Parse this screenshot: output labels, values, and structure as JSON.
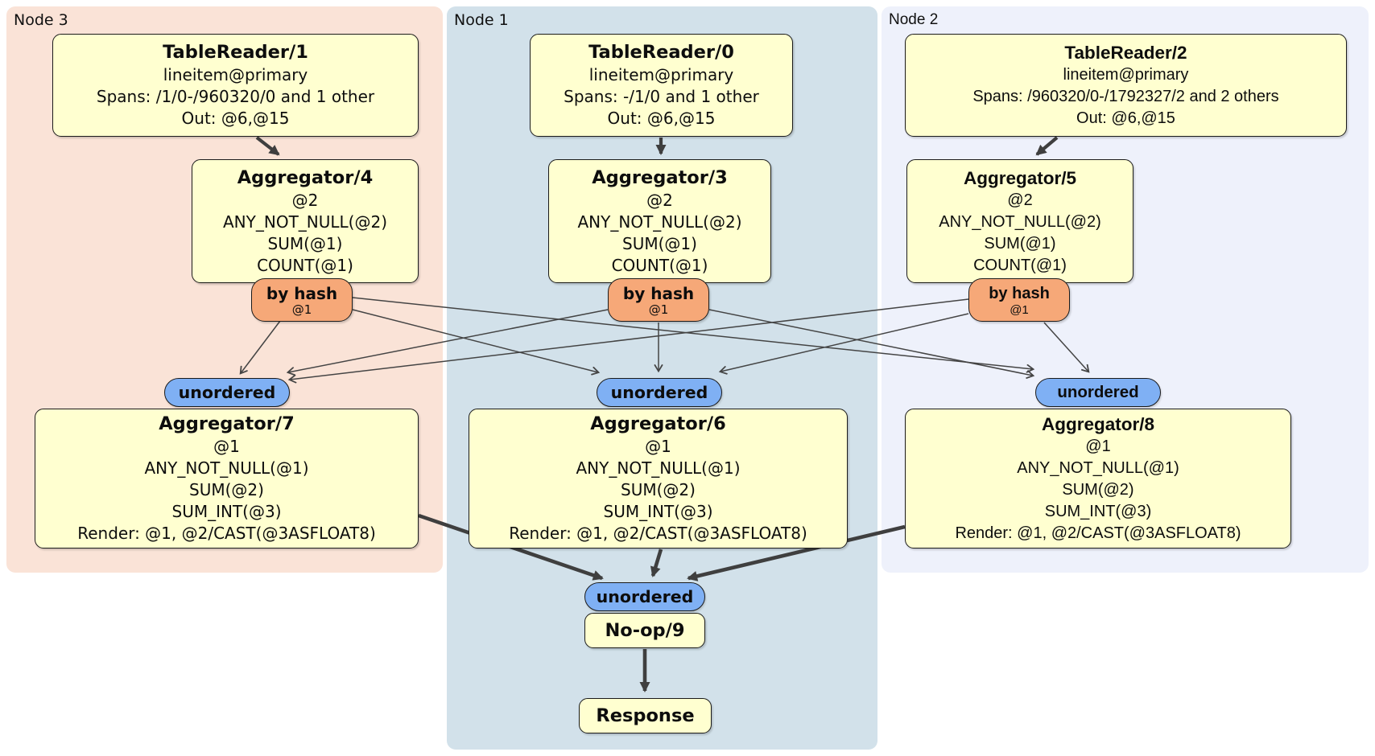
{
  "regions": {
    "node3": {
      "label": "Node 3"
    },
    "node1": {
      "label": "Node 1"
    },
    "node2": {
      "label": "Node 2"
    }
  },
  "processors": {
    "tablereader1": {
      "title": "TableReader/1",
      "index": "lineitem@primary",
      "spans": "Spans: /1/0-/960320/0 and 1 other",
      "out": "Out: @6,@15"
    },
    "tablereader0": {
      "title": "TableReader/0",
      "index": "lineitem@primary",
      "spans": "Spans: -/1/0 and 1 other",
      "out": "Out: @6,@15"
    },
    "tablereader2": {
      "title": "TableReader/2",
      "index": "lineitem@primary",
      "spans": "Spans: /960320/0-/1792327/2 and 2 others",
      "out": "Out: @6,@15"
    },
    "aggregator4": {
      "title": "Aggregator/4",
      "group": "@2",
      "exprs": [
        "ANY_NOT_NULL(@2)",
        "SUM(@1)",
        "COUNT(@1)"
      ]
    },
    "aggregator3": {
      "title": "Aggregator/3",
      "group": "@2",
      "exprs": [
        "ANY_NOT_NULL(@2)",
        "SUM(@1)",
        "COUNT(@1)"
      ]
    },
    "aggregator5": {
      "title": "Aggregator/5",
      "group": "@2",
      "exprs": [
        "ANY_NOT_NULL(@2)",
        "SUM(@1)",
        "COUNT(@1)"
      ]
    },
    "aggregator7": {
      "title": "Aggregator/7",
      "group": "@1",
      "exprs": [
        "ANY_NOT_NULL(@1)",
        "SUM(@2)",
        "SUM_INT(@3)",
        "Render: @1, @2/CAST(@3ASFLOAT8)"
      ]
    },
    "aggregator6": {
      "title": "Aggregator/6",
      "group": "@1",
      "exprs": [
        "ANY_NOT_NULL(@1)",
        "SUM(@2)",
        "SUM_INT(@3)",
        "Render: @1, @2/CAST(@3ASFLOAT8)"
      ]
    },
    "aggregator8": {
      "title": "Aggregator/8",
      "group": "@1",
      "exprs": [
        "ANY_NOT_NULL(@1)",
        "SUM(@2)",
        "SUM_INT(@3)",
        "Render: @1, @2/CAST(@3ASFLOAT8)"
      ]
    },
    "noop": {
      "title": "No-op/9"
    },
    "response": {
      "title": "Response"
    }
  },
  "routers": {
    "node3": {
      "label": "by hash",
      "key": "@1"
    },
    "node1": {
      "label": "by hash",
      "key": "@1"
    },
    "node2": {
      "label": "by hash",
      "key": "@1"
    }
  },
  "syncs": {
    "node3": "unordered",
    "node1": "unordered",
    "node2": "unordered",
    "final": "unordered"
  },
  "colors": {
    "processor_fill": "#ffffd0",
    "router_fill": "#f6a878",
    "sync_fill": "#7fb0f4",
    "node3_bg": "#fae3d7",
    "node1_bg": "#d2e1ea",
    "node2_bg": "#eef1fb",
    "edge": "#444444"
  }
}
